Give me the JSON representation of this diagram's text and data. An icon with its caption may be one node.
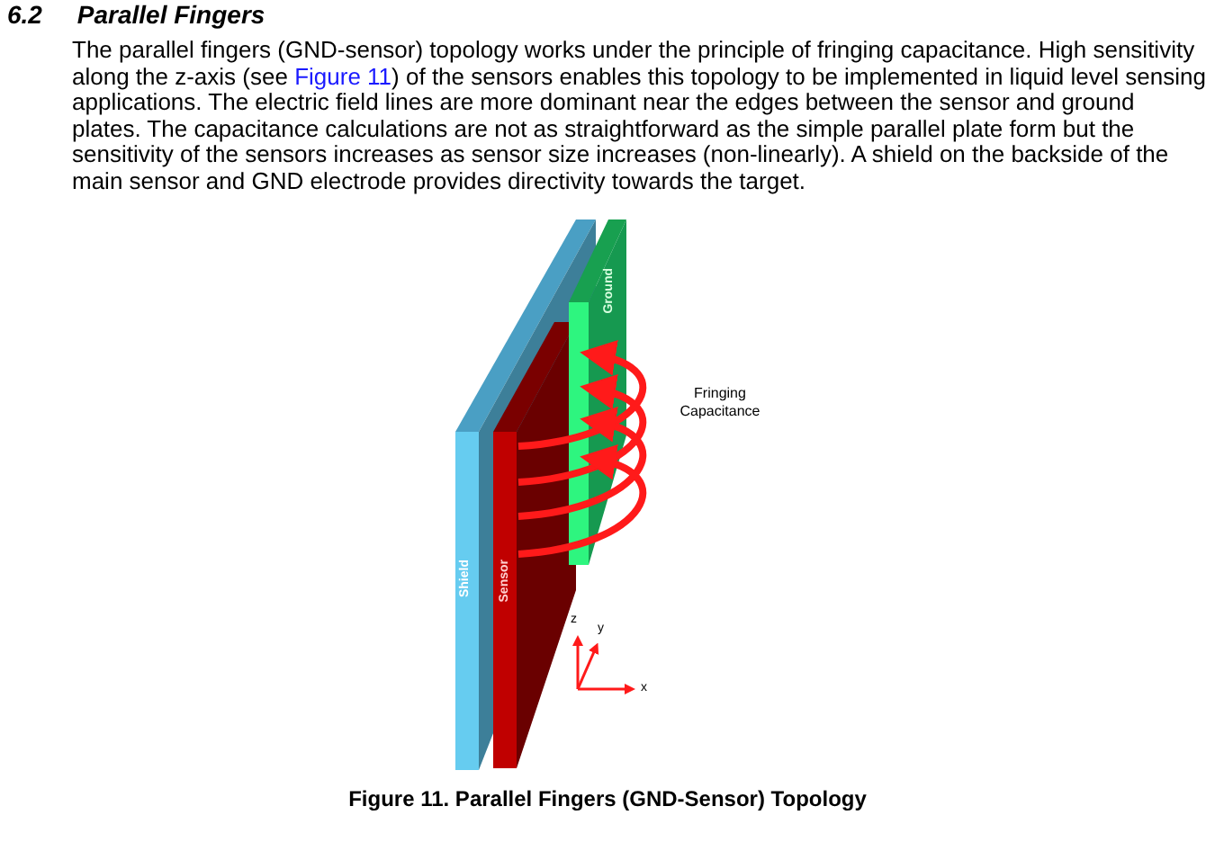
{
  "diagram": {
    "title": "6.2 Parallel Fingers",
    "caption": "Figure 11. Parallel Fingers (GND-Sensor) Topology",
    "nodes": [
      {
        "text": [
          "Shield"
        ]
      },
      {
        "text": [
          "Sensor"
        ]
      },
      {
        "text": [
          "Ground"
        ]
      }
    ],
    "edges": [
      {
        "from": 1,
        "to": 2,
        "arrow": "to"
      },
      {
        "from": 1,
        "to": 2,
        "arrow": "to"
      },
      {
        "from": 1,
        "to": 2,
        "arrow": "to"
      },
      {
        "from": 1,
        "to": 2,
        "arrow": "to"
      }
    ],
    "labels": [
      "The parallel fingers (GND-sensor) topology works under the principle of fringing capacitance. High sensitivity along the z-axis (see",
      "Figure 11",
      ") of the sensors enables this topology to be implemented in liquid level sensing applications. The electric field lines are more dominant near the edges between the sensor and ground plates. The capacitance calculations are not as straightforward as the simple parallel plate form but the sensitivity of the sensors increases as sensor size increases (non-linearly). A shield on the backside of the main sensor and GND electrode provides directivity towards the target.",
      "Fringing Capacitance",
      "z",
      "y",
      "x"
    ]
  }
}
